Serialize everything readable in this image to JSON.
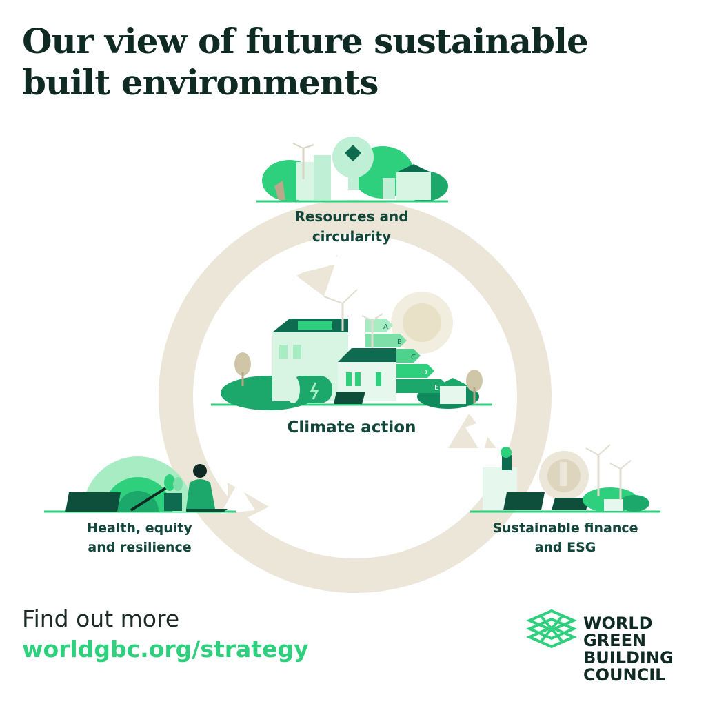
{
  "title": {
    "line1": "Our view of future sustainable",
    "line2": "built environments"
  },
  "diagram": {
    "center": {
      "label": "Climate action"
    },
    "nodes": [
      {
        "line1": "Resources and",
        "line2": "circularity"
      },
      {
        "line1": "Health, equity",
        "line2": "and resilience"
      },
      {
        "line1": "Sustainable finance",
        "line2": "and ESG"
      }
    ]
  },
  "cta": {
    "find_out_more": "Find out more",
    "link": "worldgbc.org/strategy"
  },
  "logo": {
    "line1": "WORLD",
    "line2": "GREEN",
    "line3": "BUILDING",
    "line4": "COUNCIL"
  },
  "energy_ratings": [
    "A",
    "B",
    "C",
    "D",
    "E"
  ],
  "colors": {
    "cycle": "#ebe6d8",
    "green_light": "#a8ecc4",
    "green": "#2fd07d",
    "green_dark": "#0e6b4f",
    "text_dark": "#0e2a22"
  }
}
